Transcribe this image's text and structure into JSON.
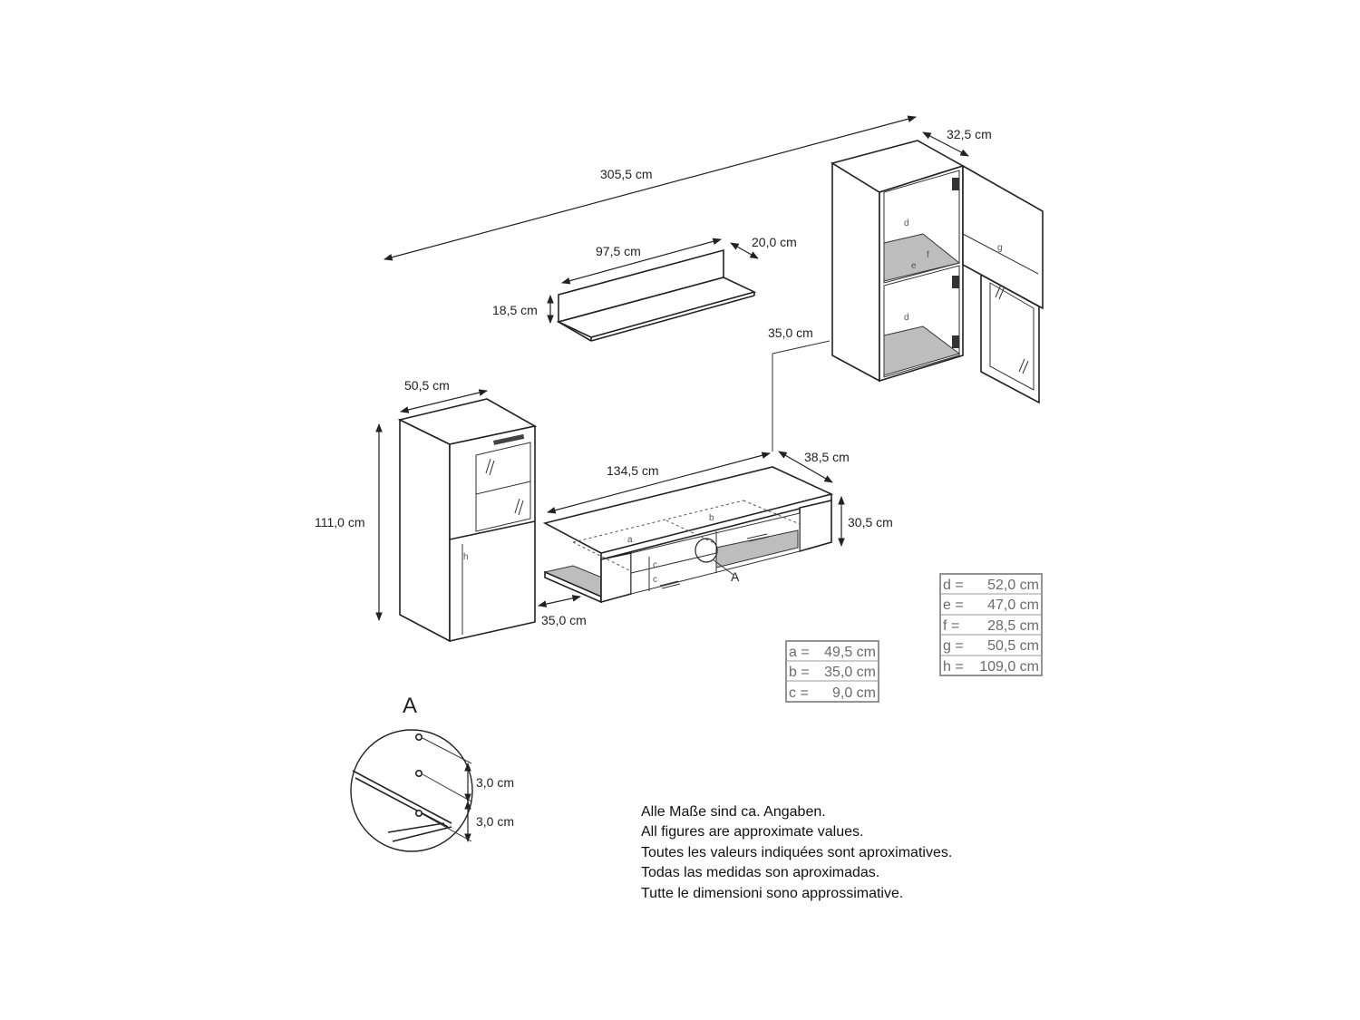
{
  "dimensions": {
    "total_width": "305,5 cm",
    "shelf_width": "97,5 cm",
    "shelf_depth": "20,0 cm",
    "shelf_height": "18,5 cm",
    "wall_cabinet_depth": "32,5 cm",
    "wall_cabinet_gap": "35,0 cm",
    "highboard_width": "50,5 cm",
    "highboard_height": "111,0 cm",
    "highboard_gap": "35,0 cm",
    "tv_width": "134,5 cm",
    "tv_depth": "38,5 cm",
    "tv_height": "30,5 cm",
    "detail_spacing_1": "3,0 cm",
    "detail_spacing_2": "3,0 cm"
  },
  "part_labels": {
    "a": "a",
    "b": "b",
    "c": "c",
    "d": "d",
    "e": "e",
    "f": "f",
    "g": "g",
    "h": "h",
    "detail_marker": "A",
    "detail_title": "A"
  },
  "legend_tv": [
    {
      "key": "a =",
      "value": "49,5 cm"
    },
    {
      "key": "b =",
      "value": "35,0 cm"
    },
    {
      "key": "c =",
      "value": "9,0 cm"
    }
  ],
  "legend_wall": [
    {
      "key": "d =",
      "value": "52,0 cm"
    },
    {
      "key": "e =",
      "value": "47,0 cm"
    },
    {
      "key": "f =",
      "value": "28,5 cm"
    },
    {
      "key": "g =",
      "value": "50,5 cm"
    },
    {
      "key": "h =",
      "value": "109,0 cm"
    }
  ],
  "notes": [
    "Alle Maße sind ca. Angaben.",
    "All figures are approximate values.",
    "Toutes les valeurs indiquées sont aproximatives.",
    "Todas las medidas son aproximadas.",
    "Tutte le dimensioni sono approssimative."
  ]
}
